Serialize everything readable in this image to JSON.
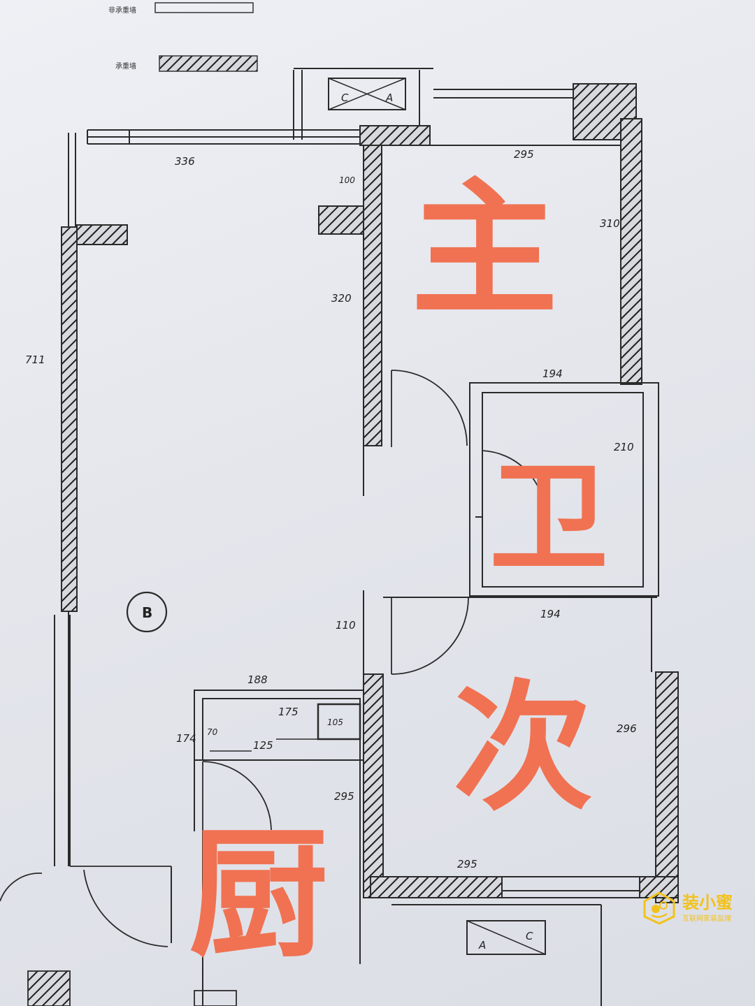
{
  "legend": {
    "items": [
      {
        "label": "非承重墙"
      },
      {
        "label": "承重墙"
      }
    ]
  },
  "dimensions": {
    "living_top": "336",
    "living_left": "711",
    "master_top": "295",
    "master_right": "310",
    "master_left": "320",
    "step": "100",
    "bath_top": "194",
    "bath_right": "210",
    "second_top": "194",
    "second_right": "296",
    "second_bottom": "295",
    "door_gap": "110",
    "kitchen_top": "188",
    "kitchen_inner": "175",
    "kitchen_side": "174",
    "kitchen_70": "70",
    "kitchen_125": "125",
    "kitchen_105": "105",
    "kitchen_right": "295"
  },
  "labels": {
    "axis_marker": "B",
    "ac_top_left": "C",
    "ac_top_right": "A",
    "ac_bottom_left": "A",
    "ac_bottom_right": "C"
  },
  "rooms": {
    "master": "主",
    "bath": "卫",
    "second": "次",
    "kitchen": "厨"
  },
  "watermark": {
    "name": "装小蜜",
    "subtitle": "互联网家装监理",
    "color": "#f2c21b"
  },
  "colors": {
    "room_annotation": "#f07252",
    "wall_line": "#2a2a2a"
  }
}
